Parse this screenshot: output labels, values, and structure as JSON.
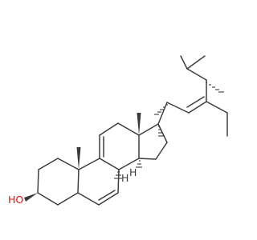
{
  "molecule": {
    "atom_labels": [
      {
        "id": "oh",
        "text": "HO",
        "color": "#e8110e"
      },
      {
        "id": "h8",
        "text": "H",
        "color": "#3a3a3a"
      },
      {
        "id": "h14",
        "text": "H",
        "color": "#3a3a3a"
      }
    ],
    "colors": {
      "bond": "#3a3a3a",
      "oxygen": "#e8110e",
      "background": "#ffffff"
    }
  }
}
